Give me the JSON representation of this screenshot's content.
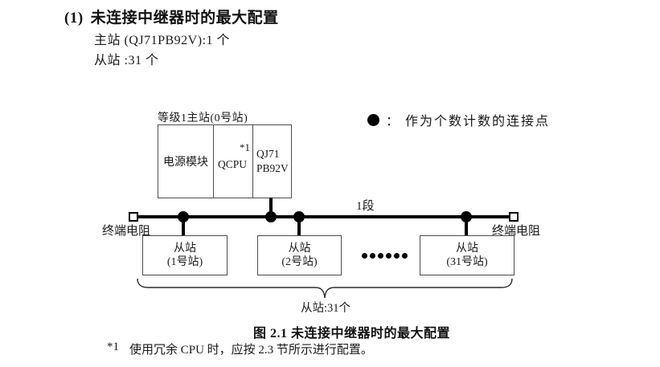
{
  "page": {
    "heading": {
      "marker": "(1)",
      "text": "未连接中继器时的最大配置"
    },
    "master_spec": "主站 (QJ71PB92V):1 个",
    "slave_spec": "从站 :31 个",
    "figure_caption": "图 2.1 未连接中继器时的最大配置",
    "footnote": {
      "marker": "*1",
      "text": "使用冗余 CPU 时，应按 2.3 节所示进行配置。"
    }
  },
  "diagram": {
    "legend": {
      "separator": "：",
      "text": "作为个数计数的连接点"
    },
    "master": {
      "label": "等级1主站(0号站)",
      "power_module": "电源模块",
      "cpu": "QCPU",
      "cpu_note": "*1",
      "pb_module_line1": "QJ71",
      "pb_module_line2": "PB92V"
    },
    "bus": {
      "segment_label": "1段",
      "terminator_left": "终端电阻",
      "terminator_right": "终端电阻"
    },
    "slaves": [
      {
        "line1": "从站",
        "line2": "(1号站)"
      },
      {
        "line1": "从站",
        "line2": "(2号站)"
      },
      {
        "line1": "从站",
        "line2": "(31号站)"
      }
    ],
    "slave_total": "从站:31个",
    "colors": {
      "ink": "#1a1a1a",
      "line": "#000000",
      "box_border": "#4d4d4d",
      "background": "#ffffff"
    }
  }
}
